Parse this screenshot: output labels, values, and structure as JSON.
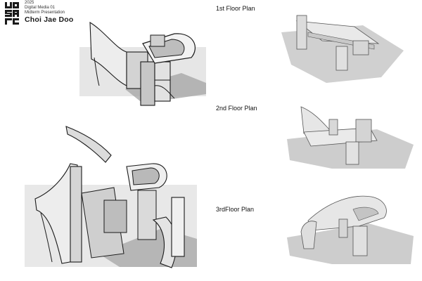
{
  "header": {
    "logo_text": "uos arch",
    "year": "2025",
    "course": "Digital Media 01",
    "event": "Midterm Presentation",
    "author": "Choi Jae Doo"
  },
  "plans": [
    {
      "label": "1st Floor Plan"
    },
    {
      "label": "2nd Floor Plan"
    },
    {
      "label": "3rdFloor Plan"
    }
  ],
  "colors": {
    "ink": "#1a1a1a",
    "panel_gray": "#d9d9d9",
    "shadow_gray": "#9a9a9a"
  }
}
